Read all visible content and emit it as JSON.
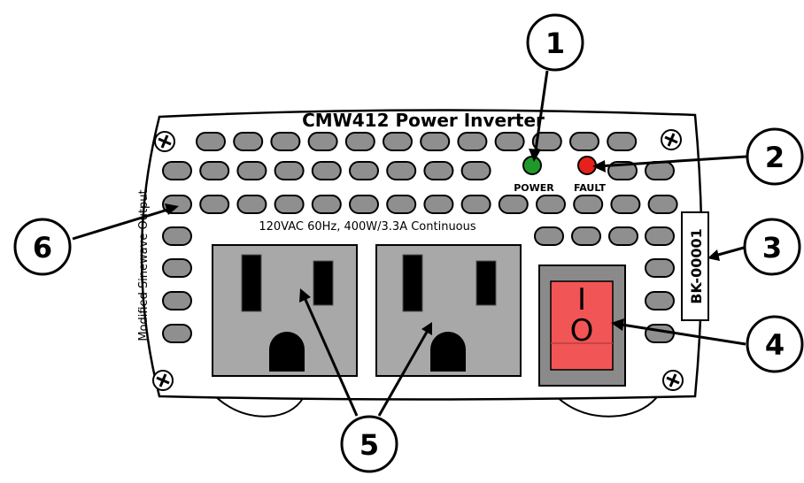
{
  "title": "CMW412 Power Inverter",
  "rating": "120VAC 60Hz, 400W/3.3A Continuous",
  "side_label": "Modified Sinewave Output",
  "serial": "BK-00001",
  "leds": [
    {
      "label": "POWER",
      "color": "#1f9a2a"
    },
    {
      "label": "FAULT",
      "color": "#e8201a"
    }
  ],
  "switch": {
    "on_symbol": "I",
    "off_symbol": "O",
    "color": "#f25555"
  },
  "callouts": [
    "1",
    "2",
    "3",
    "4",
    "5",
    "6"
  ],
  "colors": {
    "outlet_face": "#a8a8a8",
    "vent": "#8f8f8f",
    "switch_bezel": "#8a8a8a"
  }
}
